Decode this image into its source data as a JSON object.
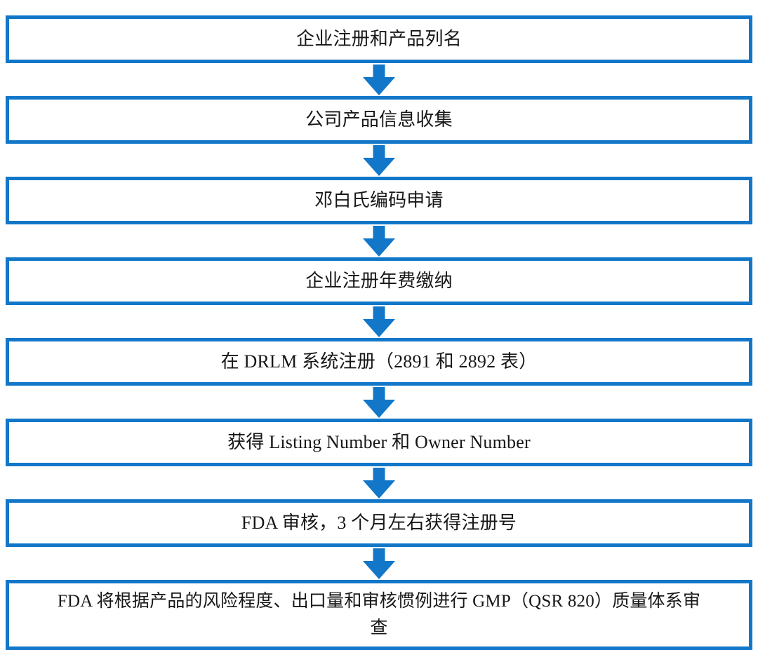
{
  "diagram": {
    "type": "vertical-flowchart",
    "title": "",
    "orientation": "top-to-bottom",
    "colors": {
      "node_border": "#1277C8",
      "node_fill": "#FFFFFF",
      "arrow": "#1277C8",
      "text": "#171717",
      "background": "#FFFFFF"
    },
    "connector_icon": "arrow-down-icon",
    "nodes": [
      {
        "id": "node-1",
        "label": "企业注册和产品列名",
        "lines": 1
      },
      {
        "id": "node-2",
        "label": "公司产品信息收集",
        "lines": 1
      },
      {
        "id": "node-3",
        "label": "邓白氏编码申请",
        "lines": 1
      },
      {
        "id": "node-4",
        "label": "企业注册年费缴纳",
        "lines": 1
      },
      {
        "id": "node-5",
        "label": "在 DRLM 系统注册（2891 和 2892 表）",
        "lines": 1
      },
      {
        "id": "node-6",
        "label": "获得 Listing Number 和 Owner Number",
        "lines": 1
      },
      {
        "id": "node-7",
        "label": "FDA 审核，3 个月左右获得注册号",
        "lines": 1
      },
      {
        "id": "node-8",
        "label": "FDA 将根据产品的风险程度、出口量和审核惯例进行 GMP（QSR 820）质量体系审\n查",
        "lines": 2
      }
    ]
  }
}
